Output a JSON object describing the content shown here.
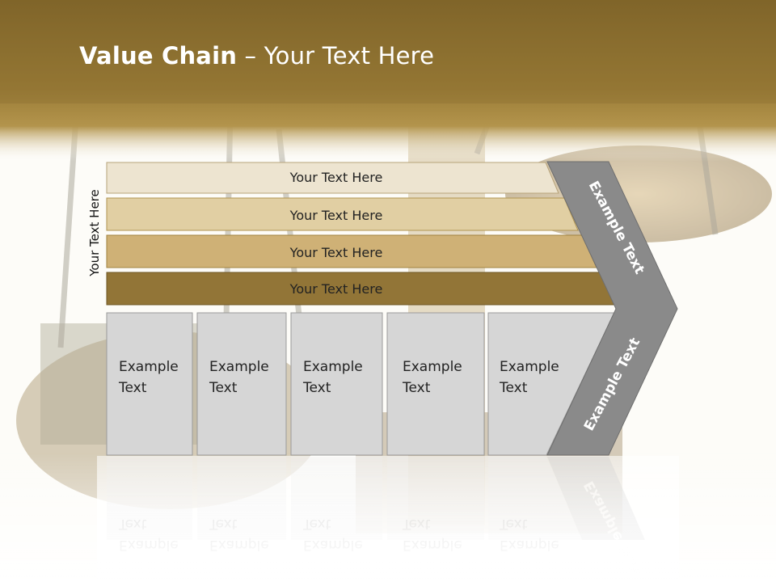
{
  "slide": {
    "title_bold": "Value Chain",
    "title_rest": " – Your Text Here"
  },
  "side_label": "Your Text Here",
  "bands": [
    {
      "label": "Your Text Here",
      "color": "#ede4d0"
    },
    {
      "label": "Your Text Here",
      "color": "#e1cfa3"
    },
    {
      "label": "Your Text Here",
      "color": "#cfb176"
    },
    {
      "label": "Your Text Here",
      "color": "#927537"
    }
  ],
  "columns": [
    {
      "line1": "Example",
      "line2": "Text"
    },
    {
      "line1": "Example",
      "line2": "Text"
    },
    {
      "line1": "Example",
      "line2": "Text"
    },
    {
      "line1": "Example",
      "line2": "Text"
    },
    {
      "line1": "Example",
      "line2": "Text"
    }
  ],
  "chevron": {
    "upper_label": "Example Text",
    "lower_label": "Example Text"
  },
  "colors": {
    "header_dark": "#7b6126",
    "header_light": "#a9893f",
    "column_fill": "#d6d6d6",
    "chevron_fill": "#8a8a8a"
  }
}
